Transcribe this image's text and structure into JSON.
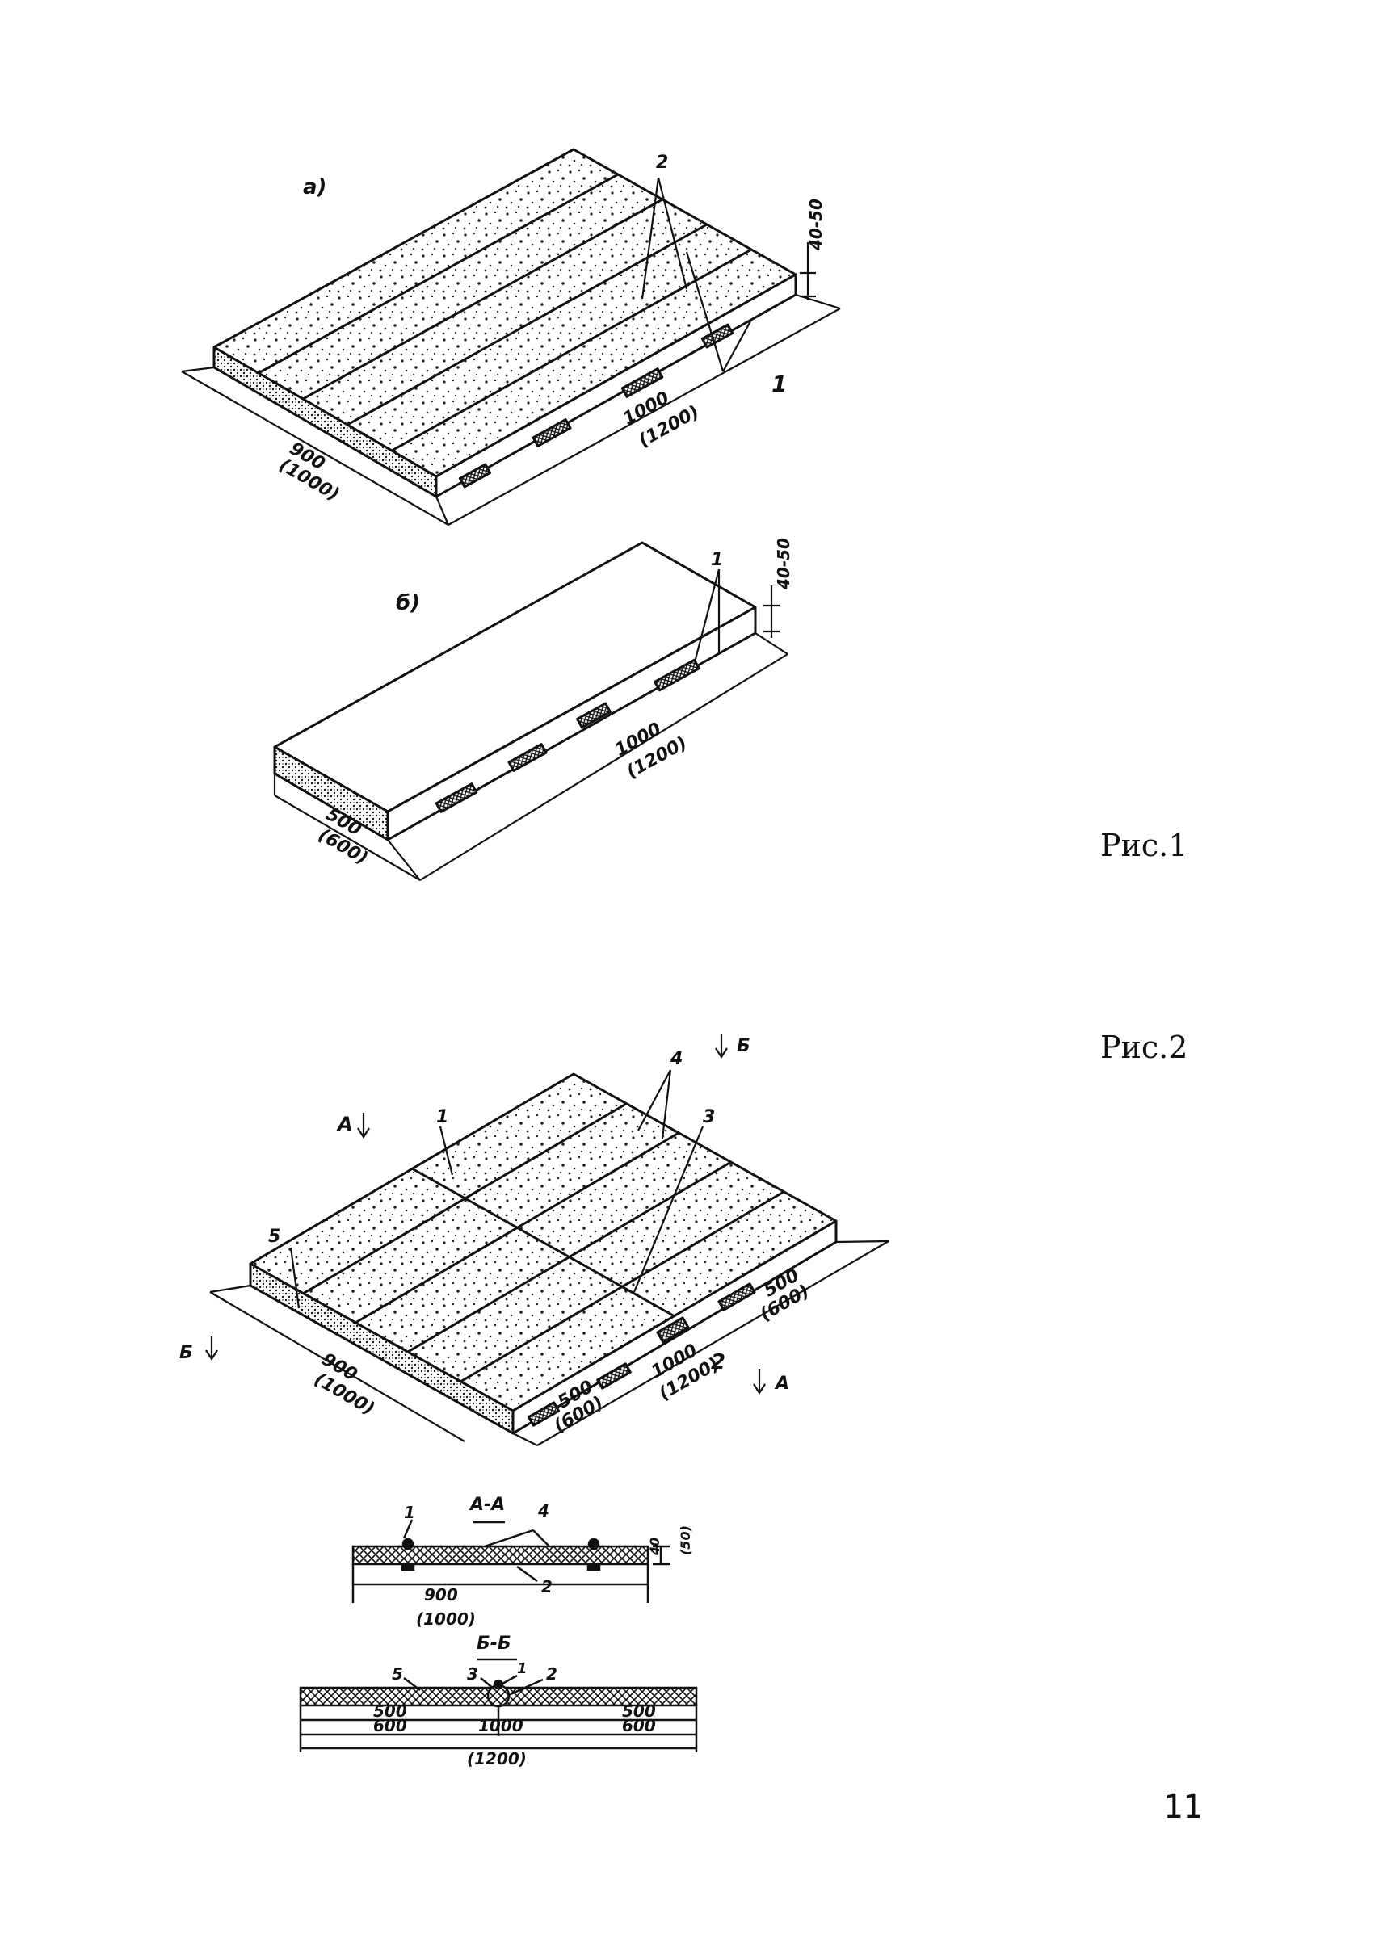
{
  "fig1": {
    "caption": "Рис.1",
    "a": {
      "label": "а)",
      "thickness": "40-50",
      "width": "900",
      "width_alt": "(1000)",
      "length": "1000",
      "length_alt": "(1200)",
      "callout_1": "1",
      "callout_2": "2"
    },
    "b": {
      "label": "б)",
      "thickness": "40-50",
      "width": "500",
      "width_alt": "(600)",
      "length": "1000",
      "length_alt": "(1200)",
      "callout_1": "1"
    }
  },
  "fig2": {
    "caption": "Рис.2",
    "plan": {
      "section_a": "А",
      "section_b": "Б",
      "width": "900",
      "width_alt": "(1000)",
      "length": "1000",
      "length_alt": "(1200)",
      "half": "500",
      "half_alt": "(600)",
      "callout_1": "1",
      "callout_2": "2",
      "callout_3": "3",
      "callout_4": "4",
      "callout_5": "5"
    },
    "section_aa": {
      "title": "А-А",
      "thickness": "40",
      "thickness_alt": "(50)",
      "width": "900",
      "width_alt": "(1000)",
      "callout_1": "1",
      "callout_2": "2",
      "callout_4": "4"
    },
    "section_bb": {
      "title": "Б-Б",
      "half": "500",
      "half_alt": "600",
      "length": "1000",
      "length_alt": "(1200)",
      "callout_1": "1",
      "callout_2": "2",
      "callout_3": "3",
      "callout_5": "5"
    }
  },
  "page": {
    "number": "11"
  }
}
